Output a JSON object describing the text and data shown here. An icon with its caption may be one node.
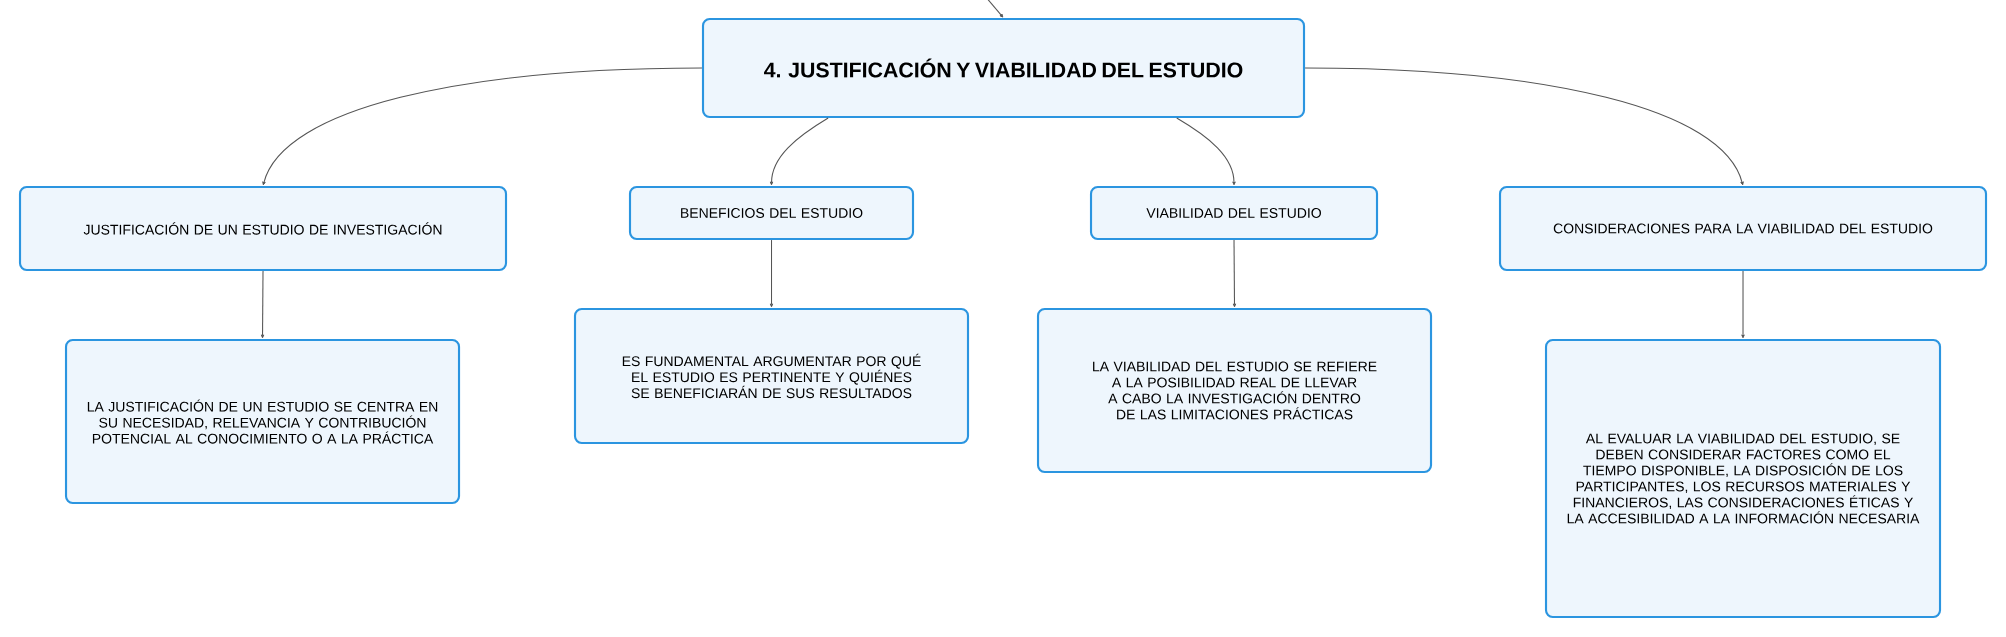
{
  "diagram": {
    "nodes": [
      {
        "text": [
          "4. JUSTIFICACIÓN Y VIABILIDAD DEL ESTUDIO"
        ]
      },
      {
        "text": [
          "JUSTIFICACIÓN DE UN ESTUDIO DE INVESTIGACIÓN"
        ]
      },
      {
        "text": [
          "BENEFICIOS DEL ESTUDIO"
        ]
      },
      {
        "text": [
          "VIABILIDAD DEL ESTUDIO"
        ]
      },
      {
        "text": [
          "CONSIDERACIONES PARA LA VIABILIDAD DEL ESTUDIO"
        ]
      },
      {
        "text": [
          "LA JUSTIFICACIÓN DE UN ESTUDIO SE CENTRA EN SU NECESIDAD, RELEVANCIA Y CONTRIBUCIÓN POTENCIAL AL CONOCIMIENTO O A LA PRÁCTICA"
        ]
      },
      {
        "text": [
          "ES FUNDAMENTAL ARGUMENTAR POR QUÉ EL ESTUDIO ES PERTINENTE Y QUIÉNES SE BENEFICIARÁN DE SUS RESULTADOS"
        ]
      },
      {
        "text": [
          "LA VIABILIDAD DEL ESTUDIO SE REFIERE A LA POSIBILIDAD REAL DE LLEVAR A CABO LA INVESTIGACIÓN DENTRO DE LAS LIMITACIONES PRÁCTICAS"
        ]
      },
      {
        "text": [
          "AL EVALUAR LA VIABILIDAD DEL ESTUDIO, SE DEBEN CONSIDERAR FACTORES COMO EL TIEMPO DISPONIBLE, LA DISPOSICIÓN DE LOS PARTICIPANTES, LOS RECURSOS MATERIALES Y FINANCIEROS, LAS CONSIDERACIONES ÉTICAS Y LA ACCESIBILIDAD A LA INFORMACIÓN NECESARIA"
        ]
      }
    ],
    "edges": [
      {
        "from": null,
        "to": 0,
        "arrow": "to"
      },
      {
        "from": 0,
        "to": 1,
        "arrow": "to"
      },
      {
        "from": 0,
        "to": 2,
        "arrow": "to"
      },
      {
        "from": 0,
        "to": 3,
        "arrow": "to"
      },
      {
        "from": 0,
        "to": 4,
        "arrow": "to"
      },
      {
        "from": 1,
        "to": 5,
        "arrow": "to"
      },
      {
        "from": 2,
        "to": 6,
        "arrow": "to"
      },
      {
        "from": 3,
        "to": 7,
        "arrow": "to"
      },
      {
        "from": 4,
        "to": 8,
        "arrow": "to"
      }
    ]
  }
}
